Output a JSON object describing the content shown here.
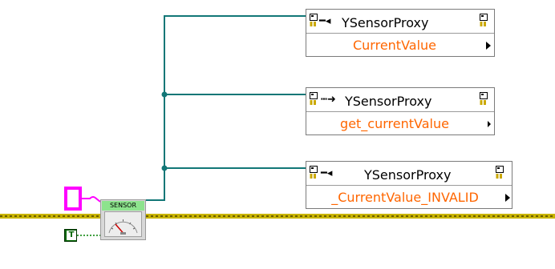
{
  "nodes": [
    {
      "class_name": "YSensorProxy",
      "access": "property-get",
      "property": "CurrentValue"
    },
    {
      "class_name": "YSensorProxy",
      "access": "method-call",
      "property": "get_currentValue"
    },
    {
      "class_name": "YSensorProxy",
      "access": "constant",
      "property": "_CurrentValue_INVALID"
    }
  ],
  "sensor": {
    "label": "SENSOR"
  },
  "boolean_constant": {
    "label": "T"
  },
  "colors": {
    "wire_class": "#127777",
    "wire_error": "#c8b400",
    "wire_bool": "#008000",
    "property_text": "#ff6600",
    "pink_terminal": "#ff00ff"
  }
}
